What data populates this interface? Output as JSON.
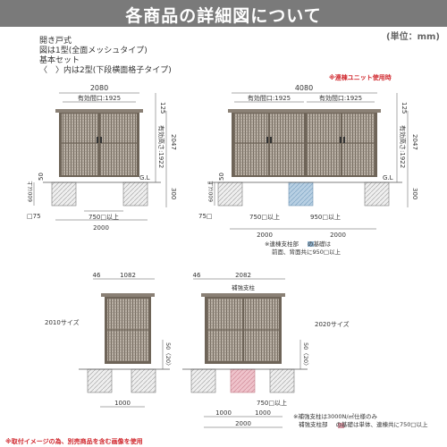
{
  "header": {
    "title": "各商品の詳細図について",
    "unit": "(単位：mm)"
  },
  "description": {
    "line1": "開き戸式",
    "line2": "図は1型(全面メッシュタイプ)",
    "line3": "基本セット",
    "line4": "〈　〉内は2型(下段横面格子タイプ)"
  },
  "red_note": "※連棟ユニット使用時",
  "dims": {
    "w2080": "2080",
    "w1925a": "有効間口:1925",
    "h125a": "125",
    "h1922a": "有効高さ:1922",
    "h2047a": "2047",
    "d50a": "50",
    "d600a": "600以上",
    "gl_a": "G.L",
    "h300a": "300",
    "d75a": "□75",
    "w750a": "750□以上",
    "w2000a": "2000",
    "w4080": "4080",
    "w1925b": "有効間口:1925",
    "w1925c": "有効間口:1925",
    "h125b": "125",
    "h1922b": "有効高さ:1922",
    "h2047b": "2047",
    "d50b": "50",
    "d600b": "600以上",
    "gl_b": "G.L",
    "h300b": "300",
    "d75b": "75□",
    "w750b": "750□以上",
    "w950b": "950□以上",
    "w2000b": "2000",
    "w2000c": "2000",
    "w46a": "46",
    "w1082": "1082",
    "h50a": "50〈20〉",
    "w1000a": "1000",
    "w46b": "46",
    "w2082": "2082",
    "hokyo": "補強支柱",
    "h50b": "50〈20〉",
    "w1000b": "1000",
    "w1000c": "1000",
    "w750c": "750□以上",
    "w2000d": "2000"
  },
  "notes": {
    "renmune1": "※連棟支柱部",
    "renmune2": "の基礎は",
    "renmune3": "前面、背面共に950□以上",
    "size2010": "2010サイズ",
    "size2020": "2020サイズ",
    "hokyo1": "※補強支柱は3000N/㎡仕様のみ",
    "hokyo2": "補強支柱部",
    "hokyo3": "の基礎は単体、連棟共に750□以上"
  },
  "footer": "※取付イメージの為、別売商品を含む画像を使用",
  "colors": {
    "banner": "#7a7a7a",
    "frame": "#6e6458",
    "mesh": "#a89e92",
    "blue": "#8fb3cf",
    "pink": "#d99aa6",
    "red": "#d0272d"
  }
}
